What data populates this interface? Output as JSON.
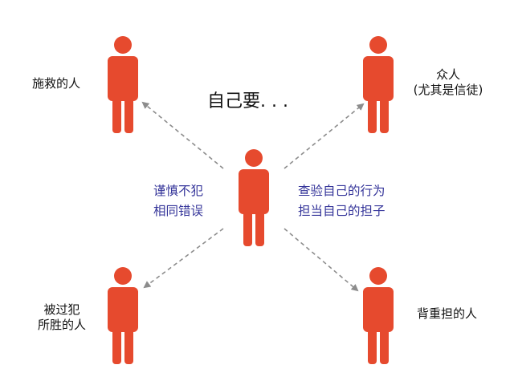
{
  "title": "自己要. . .",
  "labels": {
    "top_left": "施救的人",
    "top_right_line1": "众人",
    "top_right_line2": "(尤其是信徒)",
    "bottom_left_line1": "被过犯",
    "bottom_left_line2": "所胜的人",
    "bottom_right": "背重担的人",
    "center_left_line1": "谨慎不犯",
    "center_left_line2": "相同错误",
    "center_right_line1": "查验自己的行为",
    "center_right_line2": "担当自己的担子"
  },
  "colors": {
    "figure": "#e64a2e",
    "arrow": "#8c8c8c",
    "accent_text": "#35359a"
  },
  "icons": {
    "figure": "person-icon"
  }
}
